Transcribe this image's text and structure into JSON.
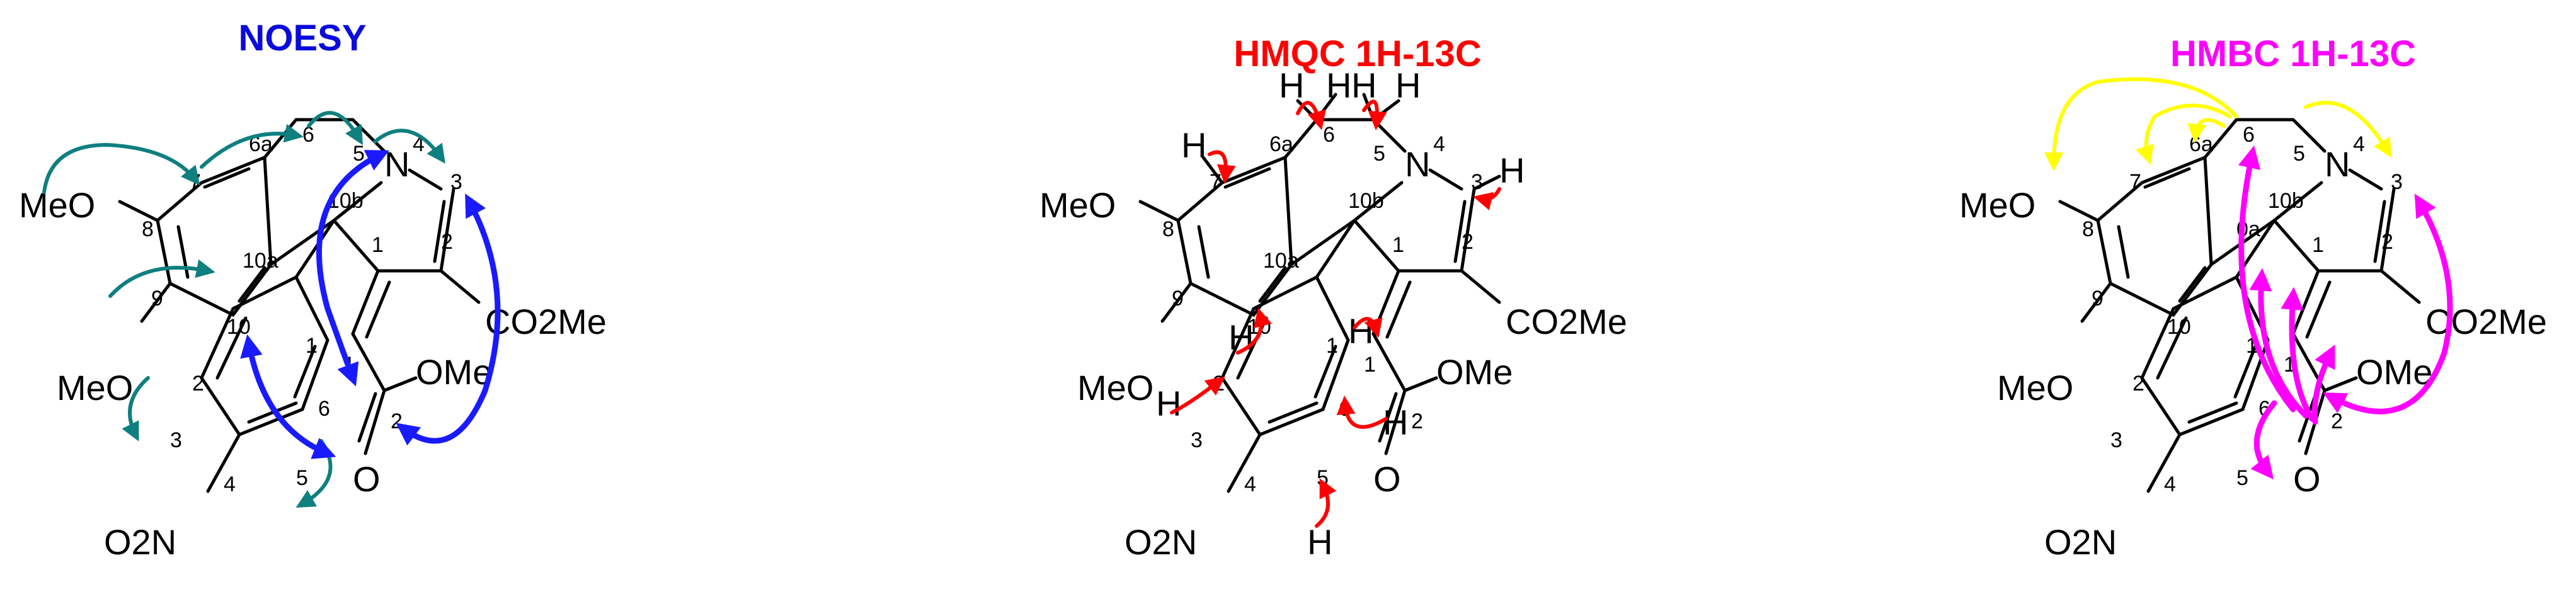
{
  "panels": [
    {
      "id": "noesy",
      "title": "NOESY",
      "title_color": "#0a0adc",
      "arrow_colors": [
        "#0f7f7f",
        "#1a1aff"
      ],
      "labels": {
        "meo_top": "MeO",
        "meo_bottom": "MeO",
        "n": "N",
        "no2": "O2N",
        "ester_right": "CO2Me",
        "ester_bottom": "OMe",
        "o": "O",
        "n1": "1",
        "n2": "2",
        "n3": "3",
        "n4": "4",
        "n5": "5",
        "n6": "6",
        "n6a": "6a",
        "n7": "7",
        "n8": "8",
        "n9": "9",
        "n10": "10",
        "n10a": "10a",
        "n10b": "10b",
        "p1": "1",
        "p2": "2",
        "p3": "3",
        "p4": "4",
        "p5": "5",
        "p6": "6",
        "v1": "1",
        "v2": "2"
      }
    },
    {
      "id": "hmqc",
      "title": "HMQC 1H-13C",
      "title_color": "#ff0000",
      "arrow_colors": [
        "#ff0000"
      ],
      "labels": {
        "meo_top": "MeO",
        "meo_bottom": "MeO",
        "n": "N",
        "no2": "O2N",
        "ester_right": "CO2Me",
        "ester_bottom": "OMe",
        "o": "O",
        "h": "H",
        "n1": "1",
        "n2": "2",
        "n3": "3",
        "n4": "4",
        "n5": "5",
        "n6": "6",
        "n6a": "6a",
        "n7": "7",
        "n8": "8",
        "n9": "9",
        "n10": "10",
        "n10a": "10a",
        "n10b": "10b",
        "p1": "1",
        "p2": "2",
        "p3": "3",
        "p4": "4",
        "p5": "5",
        "p6": "6",
        "v1": "1",
        "v2": "2"
      }
    },
    {
      "id": "hmbc",
      "title": "HMBC 1H-13C",
      "title_color": "#ff00ff",
      "arrow_colors": [
        "#ffff00",
        "#ff00ff"
      ],
      "labels": {
        "meo_top": "MeO",
        "meo_bottom": "MeO",
        "n": "N",
        "no2": "O2N",
        "ester_right": "CO2Me",
        "ester_bottom": "OMe",
        "o": "O",
        "n1": "1",
        "n2": "2",
        "n3": "3",
        "n4": "4",
        "n5": "5",
        "n6": "6",
        "n6a": "6a",
        "n7": "7",
        "n8": "8",
        "n9": "9",
        "n10": "10",
        "n10a": "0a",
        "n10b": "10b",
        "p1": "1",
        "p2": "2",
        "p3": "3",
        "p4": "4",
        "p5": "5",
        "p6": "6",
        "v1": "1",
        "v2": "2"
      }
    }
  ]
}
